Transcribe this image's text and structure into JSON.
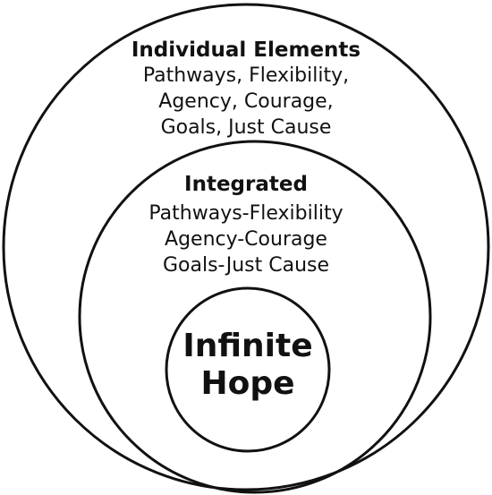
{
  "outer": {
    "title": "Individual Elements",
    "lines": [
      "Pathways, Flexibility,",
      "Agency, Courage,",
      "Goals, Just Cause"
    ]
  },
  "middle": {
    "title": "Integrated",
    "lines": [
      "Pathways-Flexibility",
      "Agency-Courage",
      "Goals-Just Cause"
    ]
  },
  "inner": {
    "lines": [
      "Infinite",
      "Hope"
    ]
  },
  "colors": {
    "stroke": "#111111",
    "background": "#ffffff"
  }
}
